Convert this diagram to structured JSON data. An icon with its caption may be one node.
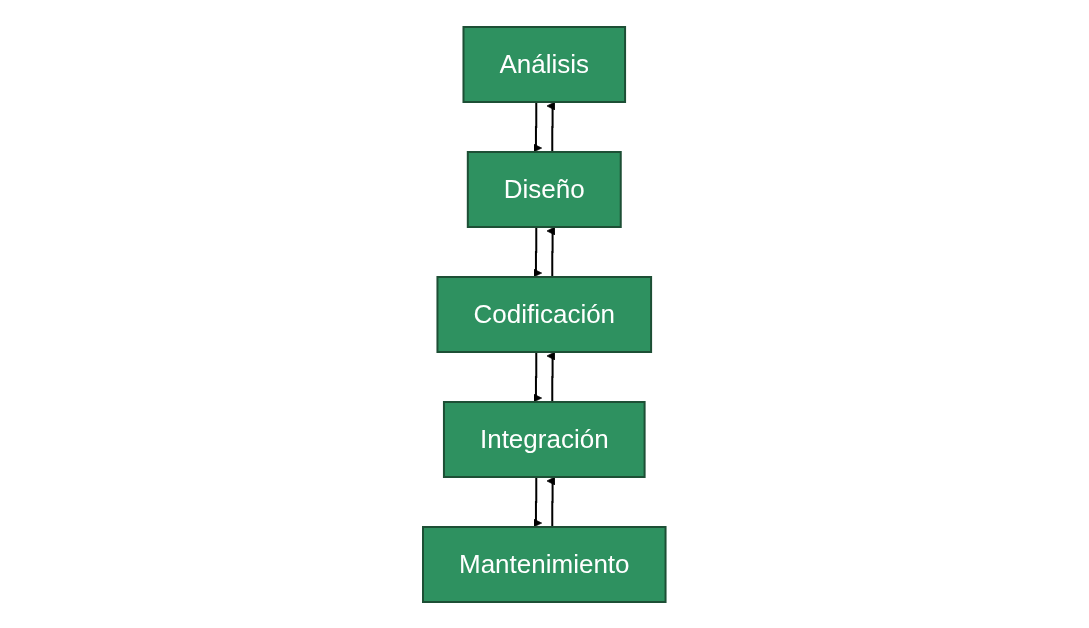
{
  "diagram": {
    "nodes": [
      {
        "text": [
          "Análisis"
        ]
      },
      {
        "text": [
          "Diseño"
        ]
      },
      {
        "text": [
          "Codificación"
        ]
      },
      {
        "text": [
          "Integración"
        ]
      },
      {
        "text": [
          "Mantenimiento"
        ]
      }
    ],
    "edges": [
      {
        "from": 0,
        "to": 1,
        "arrow": "to"
      },
      {
        "from": 1,
        "to": 0,
        "arrow": "to"
      },
      {
        "from": 1,
        "to": 2,
        "arrow": "to"
      },
      {
        "from": 2,
        "to": 1,
        "arrow": "to"
      },
      {
        "from": 2,
        "to": 3,
        "arrow": "to"
      },
      {
        "from": 3,
        "to": 2,
        "arrow": "to"
      },
      {
        "from": 3,
        "to": 4,
        "arrow": "to"
      },
      {
        "from": 4,
        "to": 3,
        "arrow": "to"
      }
    ]
  }
}
